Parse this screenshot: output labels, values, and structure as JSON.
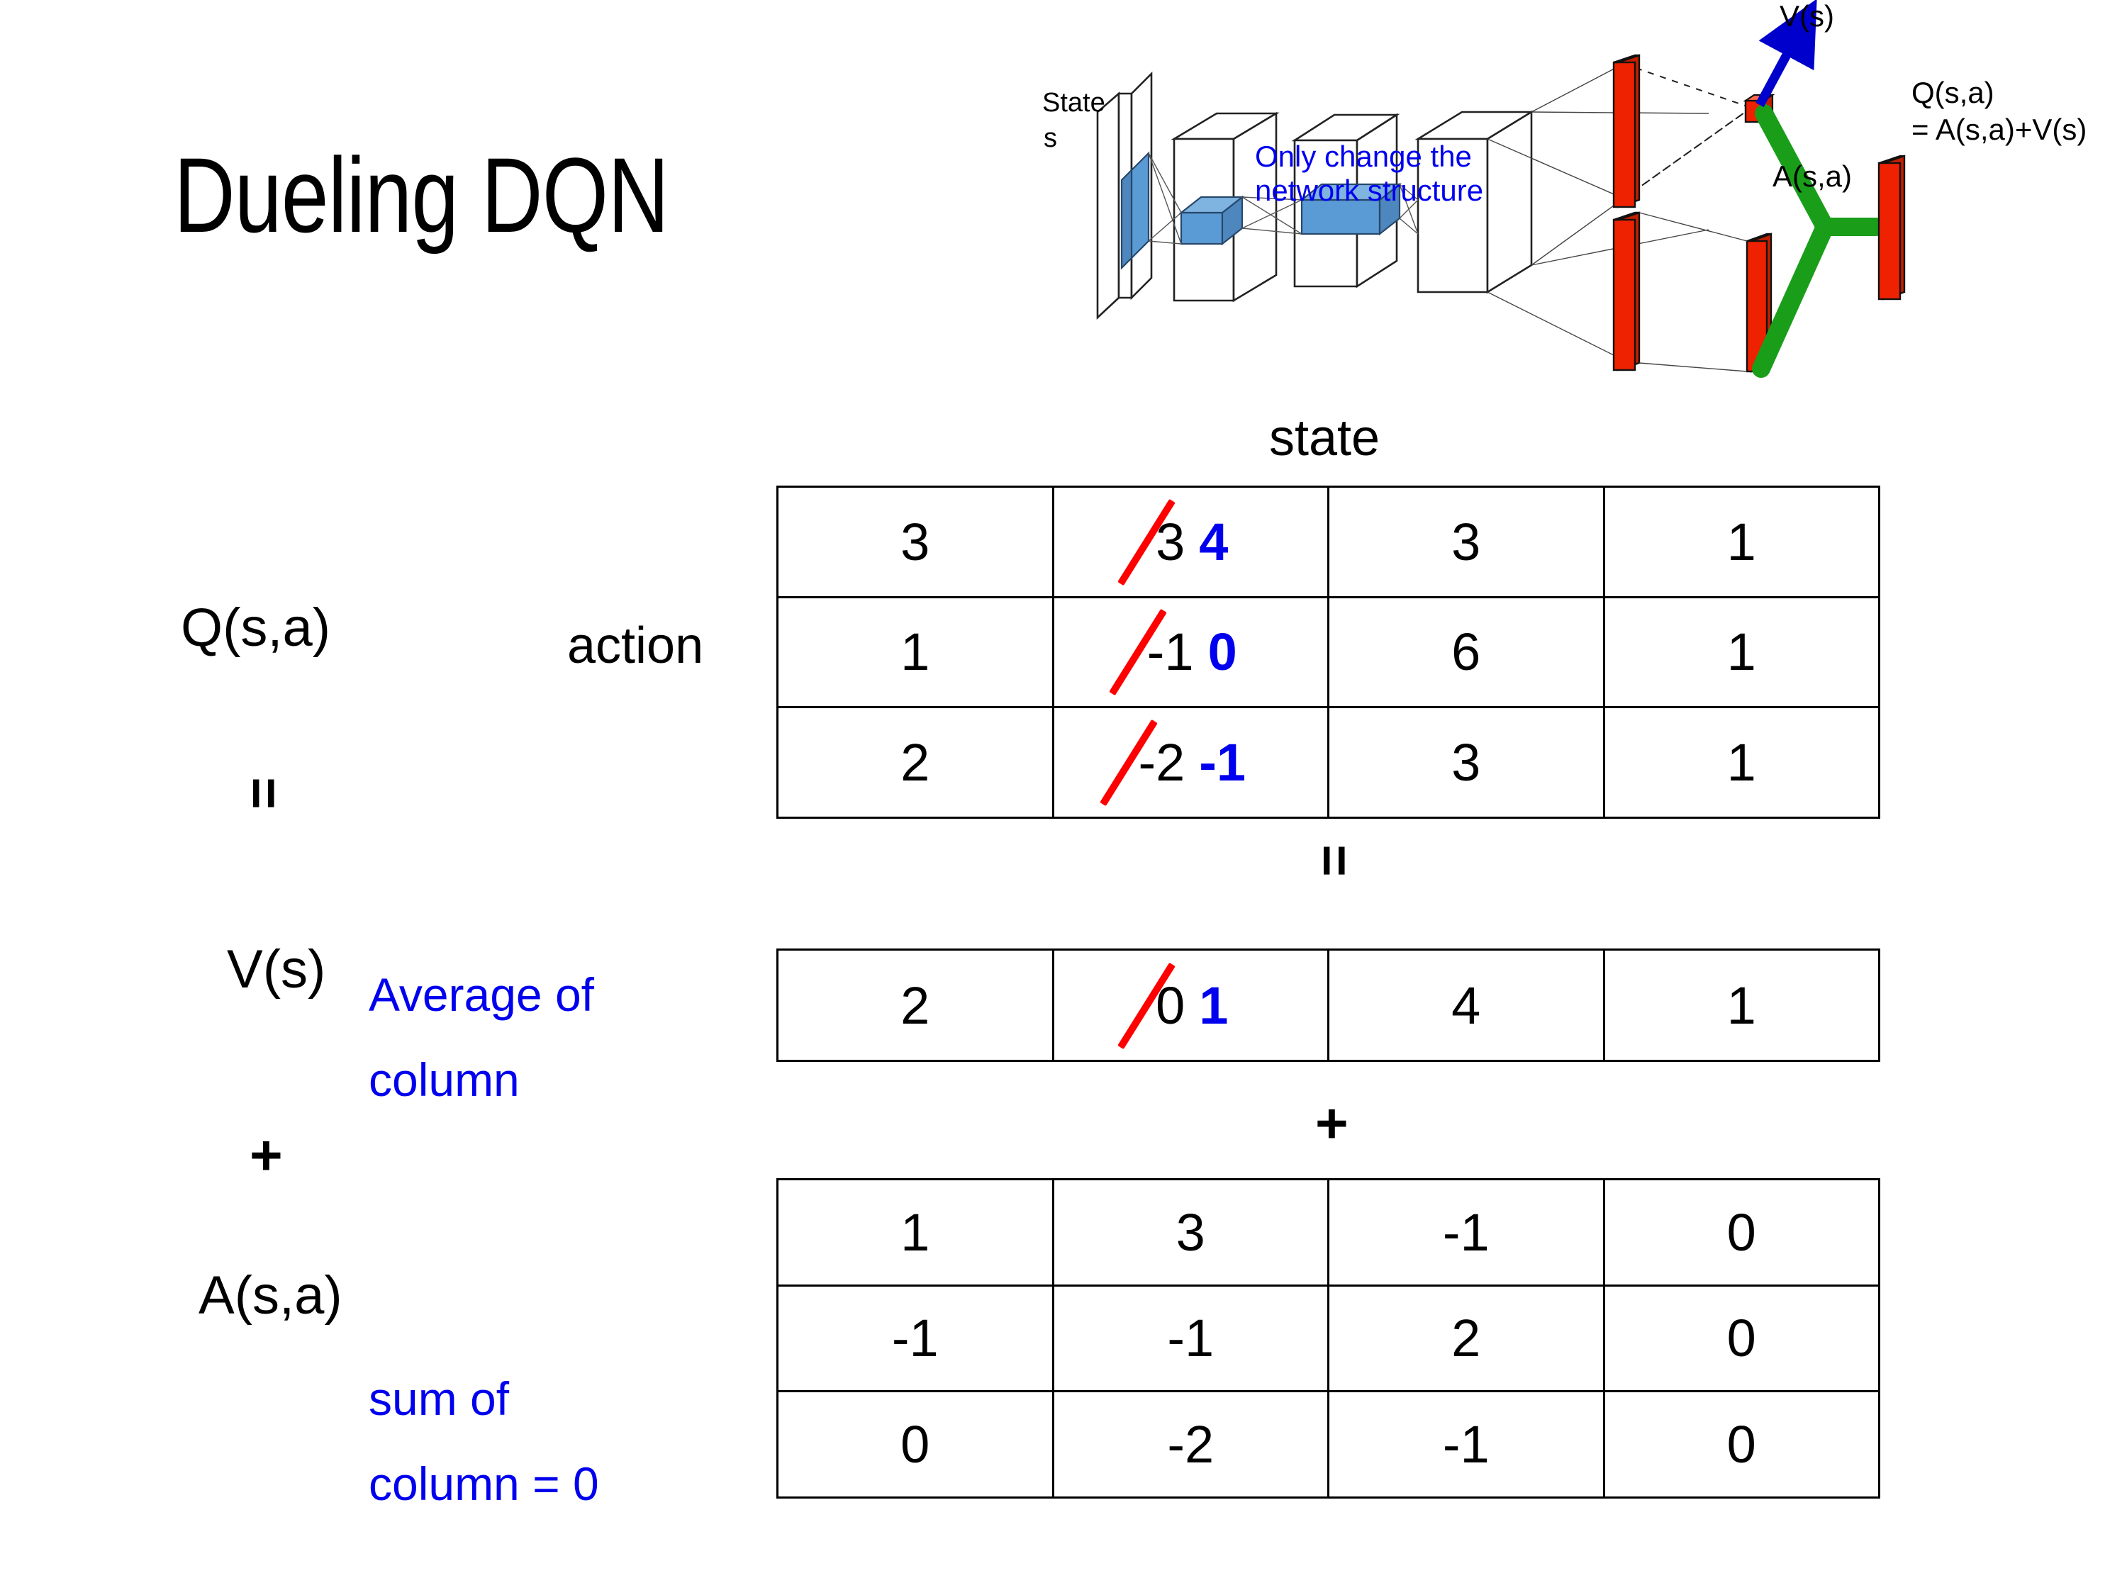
{
  "slide": {
    "title": "Dueling DQN"
  },
  "diagram": {
    "name": "dueling-network-architecture",
    "input_label_line1": "State",
    "input_label_line2": "s",
    "note_line1": "Only change the",
    "note_line2": "network structure",
    "value_stream_label": "V(s)",
    "advantage_stream_label": "A(s,a)",
    "output_label_line1": "Q(s,a)",
    "output_label_line2": "= A(s,a)+V(s)",
    "colors": {
      "note": "#0000EE",
      "arrow": "#0000CC",
      "bars": "#EE2200",
      "merge": "#1A9E1A",
      "filter": "#5B9BD5"
    }
  },
  "labels": {
    "state_axis": "state",
    "action_axis": "action",
    "q_label": "Q(s,a)",
    "v_label": "V(s)",
    "a_label": "A(s,a)",
    "equals_q_v": "=",
    "equals_table": "=",
    "plus_left": "+",
    "plus_table": "+",
    "v_note_line1": "Average of",
    "v_note_line2": "column",
    "a_note_line1": "sum of",
    "a_note_line2": "column = 0",
    "note_color": "#0000EE"
  },
  "chart_data": {
    "type": "table",
    "title": "Dueling DQN value decomposition",
    "xlabel": "state",
    "ylabel": "action",
    "tables": [
      {
        "name": "Q(s,a)",
        "rows": [
          [
            {
              "value": "3"
            },
            {
              "value": "3",
              "struck": true,
              "replacement": "4"
            },
            {
              "value": "3"
            },
            {
              "value": "1"
            }
          ],
          [
            {
              "value": "1"
            },
            {
              "value": "-1",
              "struck": true,
              "replacement": "0"
            },
            {
              "value": "6"
            },
            {
              "value": "1"
            }
          ],
          [
            {
              "value": "2"
            },
            {
              "value": "-2",
              "struck": true,
              "replacement": "-1"
            },
            {
              "value": "3"
            },
            {
              "value": "1"
            }
          ]
        ]
      },
      {
        "name": "V(s)",
        "rows": [
          [
            {
              "value": "2"
            },
            {
              "value": "0",
              "struck": true,
              "replacement": "1"
            },
            {
              "value": "4"
            },
            {
              "value": "1"
            }
          ]
        ]
      },
      {
        "name": "A(s,a)",
        "rows": [
          [
            {
              "value": "1"
            },
            {
              "value": "3"
            },
            {
              "value": "-1"
            },
            {
              "value": "0"
            }
          ],
          [
            {
              "value": "-1"
            },
            {
              "value": "-1"
            },
            {
              "value": "2"
            },
            {
              "value": "0"
            }
          ],
          [
            {
              "value": "0"
            },
            {
              "value": "-2"
            },
            {
              "value": "-1"
            },
            {
              "value": "0"
            }
          ]
        ]
      }
    ],
    "annotations": [
      "Q(s,a) = V(s) + A(s,a)",
      "Average of column",
      "sum of column = 0"
    ]
  }
}
